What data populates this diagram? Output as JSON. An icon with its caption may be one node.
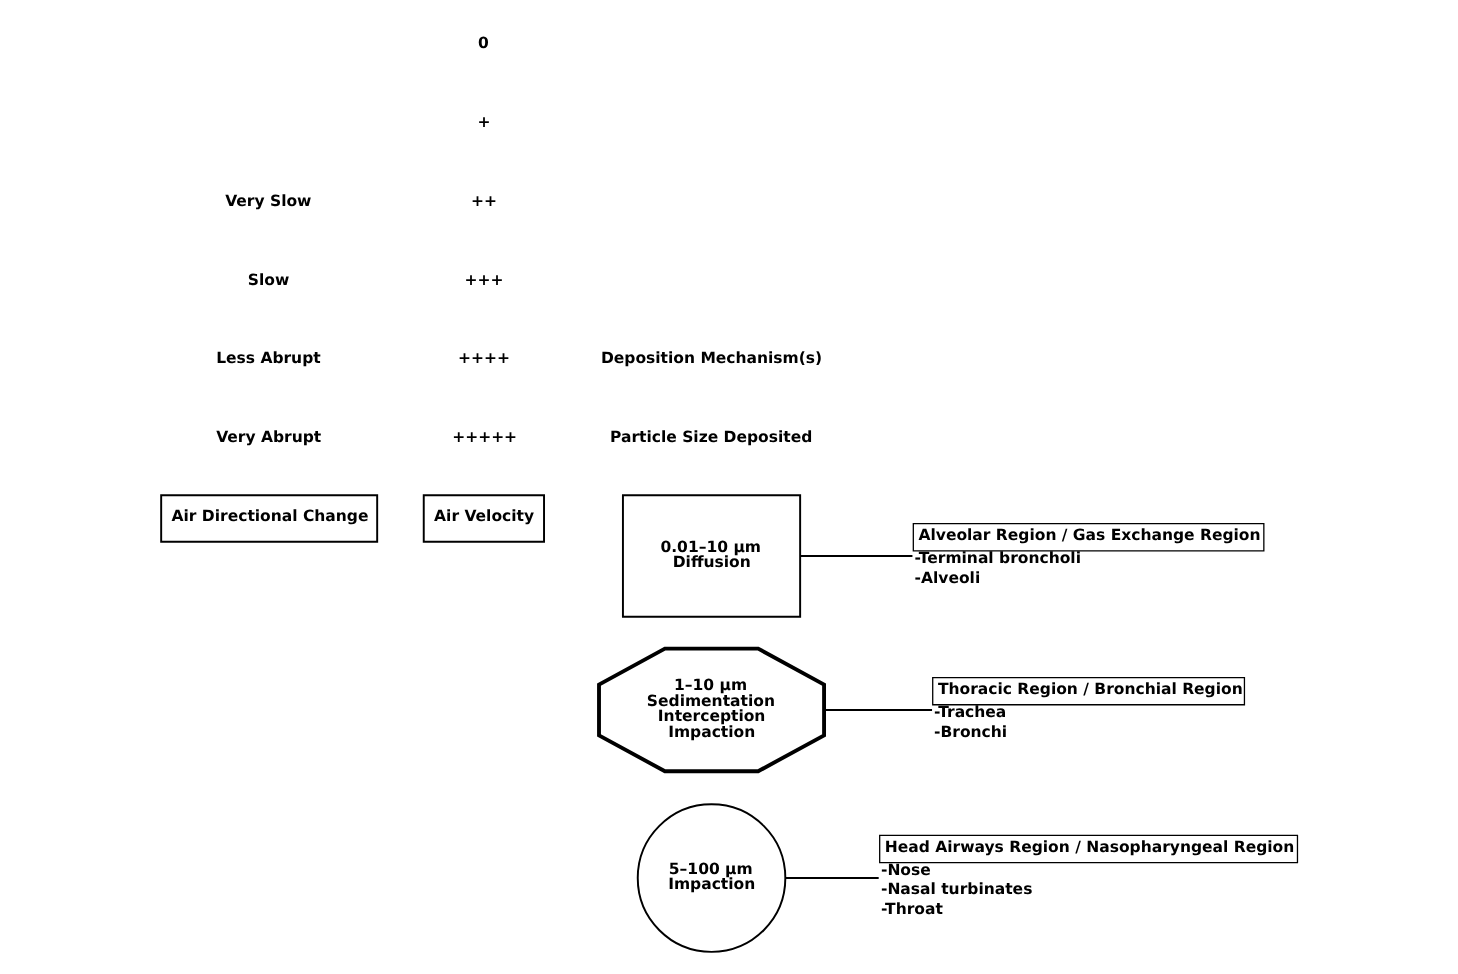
{
  "diagram": {
    "nodes": [
      {
        "text": [
          "Air Directional Change"
        ]
      },
      {
        "text": [
          "Air Velocity"
        ]
      },
      {
        "text": [
          "5–100 µm",
          "Impaction"
        ]
      },
      {
        "text": [
          "1–10 µm",
          "Sedimentation",
          "Interception",
          "Impaction"
        ]
      },
      {
        "text": [
          "0.01–10 µm",
          "Diffusion"
        ]
      },
      {
        "text": [
          "Head Airways Region / Nasopharyngeal Region"
        ],
        "beside": [
          "-Nose",
          "-Nasal turbinates",
          "-Throat"
        ]
      },
      {
        "text": [
          "Thoracic Region / Bronchial Region"
        ],
        "beside": [
          "-Trachea",
          "-Bronchi"
        ]
      },
      {
        "text": [
          "Alveolar Region / Gas Exchange Region"
        ],
        "beside": [
          "-Terminal broncholi",
          "-Alveoli"
        ]
      }
    ],
    "edges": [
      {
        "from": 2,
        "to": 5,
        "arrow": "none"
      },
      {
        "from": 3,
        "to": 6,
        "arrow": "none"
      },
      {
        "from": 4,
        "to": 7,
        "arrow": "none"
      }
    ],
    "labels": [
      "Particle Size Deposited",
      "Deposition Mechanism(s)",
      "Very Abrupt",
      "+++++",
      "++++",
      "Less Abrupt",
      "+++",
      "++",
      "Slow",
      "+",
      "Very Slow",
      "0"
    ]
  }
}
